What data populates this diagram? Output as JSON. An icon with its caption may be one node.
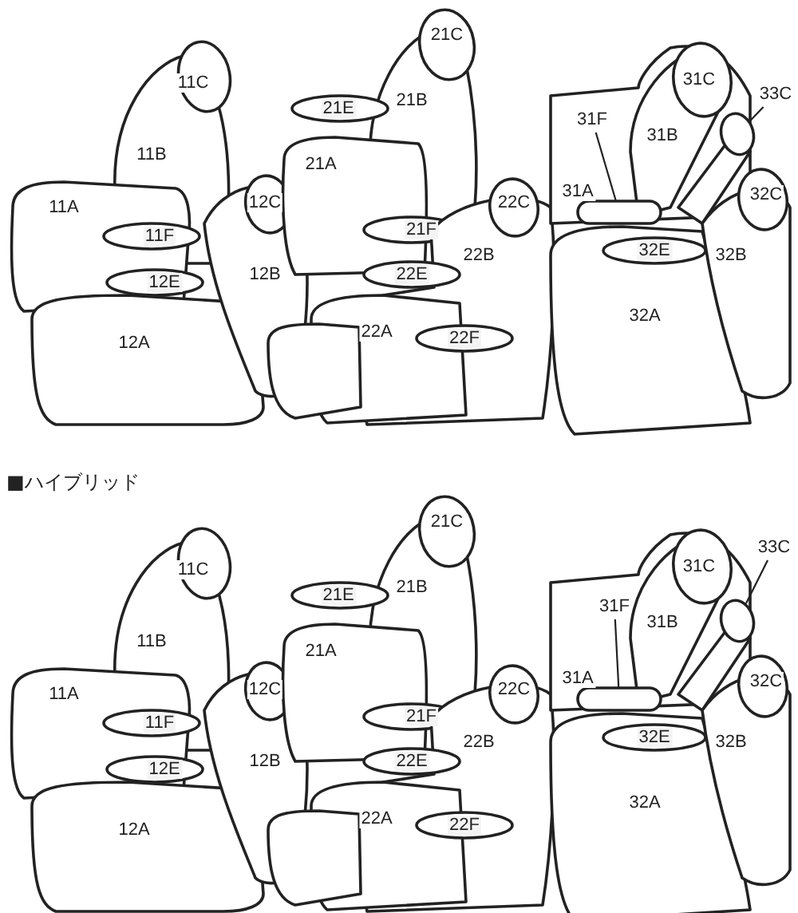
{
  "diagram": {
    "nodes": [
      {
        "text": [
          "31F"
        ]
      },
      {
        "text": [],
        "shape": "box"
      },
      {
        "text": [
          "33C"
        ]
      },
      {
        "text": [],
        "shape": "circle"
      },
      {
        "text": [
          "31F"
        ]
      },
      {
        "text": [],
        "shape": "box"
      },
      {
        "text": [
          "33C"
        ]
      },
      {
        "text": [],
        "shape": "circle"
      }
    ],
    "edges": [
      {
        "from": 0,
        "to": 1,
        "arrow": "none"
      },
      {
        "from": 2,
        "to": 3,
        "arrow": "none"
      },
      {
        "from": 4,
        "to": 5,
        "arrow": "none"
      },
      {
        "from": 6,
        "to": 7,
        "arrow": "none"
      }
    ],
    "labels": [
      "11C",
      "11B",
      "11A",
      "11F",
      "12E",
      "12C",
      "12B",
      "12A",
      "21C",
      "21E",
      "21B",
      "21A",
      "21F",
      "22C",
      "22E",
      "22B",
      "22A",
      "22F",
      "31C",
      "31B",
      "31A",
      "32C",
      "32E",
      "32B",
      "32A",
      "■ハイブリッド",
      "11C",
      "11B",
      "11A",
      "11F",
      "12E",
      "12C",
      "12B",
      "12A",
      "21C",
      "21E",
      "21B",
      "21A",
      "21F",
      "22C",
      "22E",
      "22B",
      "22A",
      "22F",
      "31C",
      "31B",
      "31A",
      "32C",
      "32E",
      "32B",
      "32A"
    ]
  }
}
